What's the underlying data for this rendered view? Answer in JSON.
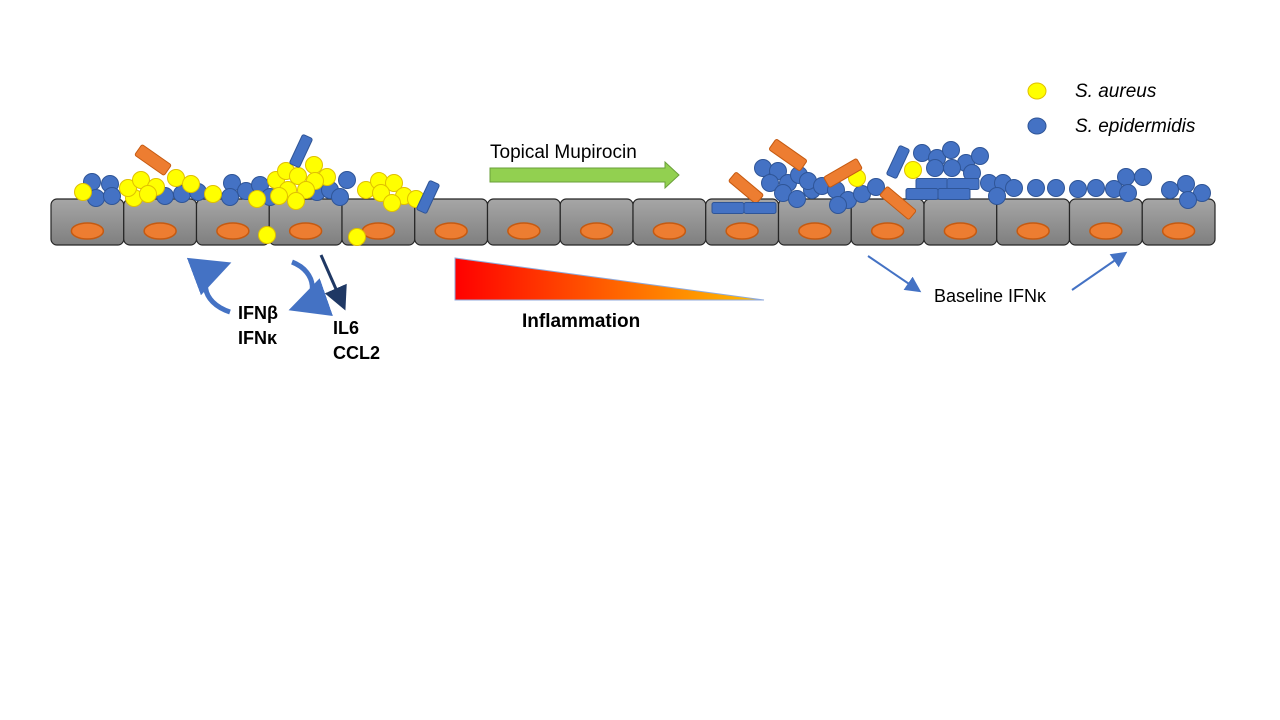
{
  "legend": {
    "items": [
      {
        "label": "S. aureus",
        "color": "#ffff00",
        "stroke": "#e0c000"
      },
      {
        "label": "S. epidermidis",
        "color": "#4472c4",
        "stroke": "#2f5597"
      }
    ]
  },
  "labels": {
    "treatment": "Topical Mupirocin",
    "inflammation": "Inflammation",
    "ifn_beta": "IFNβ",
    "ifn_kappa": "IFNκ",
    "il6": "IL6",
    "ccl2": "CCL2",
    "baseline": "Baseline IFNκ"
  },
  "colors": {
    "cell_top": "#a6a6a6",
    "cell_bottom": "#7f7f7f",
    "nucleus": "#ed7d31",
    "nucleus_stroke": "#c55a11",
    "arrow_green": "#92d050",
    "arrow_blue": "#4472c4",
    "arrow_dark": "#1f3864",
    "gradient_start": "#ff0000",
    "gradient_end": "#ffc000"
  },
  "cell_count": 16
}
